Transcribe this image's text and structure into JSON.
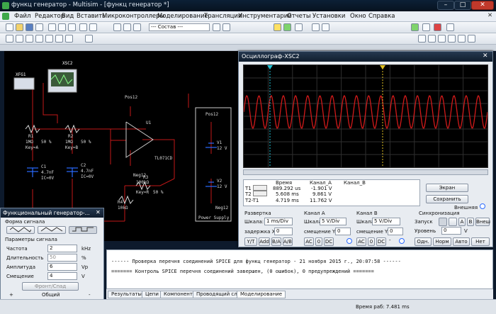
{
  "window": {
    "title": "функц генератор - Multisim - [функц генератор *]",
    "min": "–",
    "max": "□",
    "close": "✕"
  },
  "menu": [
    "Файл",
    "Редактор",
    "Вид",
    "Вставить",
    "Микроконтроллеры",
    "Моделирование",
    "Трансляция",
    "Инструментарий",
    "Отчеты",
    "Установки",
    "Окно",
    "Справка"
  ],
  "toolbar": {
    "composition": "--- Состав ---"
  },
  "schematic": {
    "xfg": "XFG1",
    "xsc": "XSC2",
    "pos1": "Pos12",
    "pos2": "Pos12",
    "neg1": "Neg12",
    "neg2": "Neg12",
    "r1": "R1",
    "r1v": "1MΩ",
    "r1k": "Key=A",
    "r1p": "50 %",
    "r2": "R2",
    "r2v": "1MΩ",
    "r2k": "Key=B",
    "r2p": "50 %",
    "c1": "C1",
    "c1v": "4.7nF",
    "c1i": "IC=0V",
    "c2": "C2",
    "c2v": "4.7nF",
    "c2i": "IC=0V",
    "u1": "U1",
    "u1t": "TL071CD",
    "r3": "R3",
    "r3v": "100kΩ",
    "r3k": "Key=R",
    "r3p": "50 %",
    "r4": "R4",
    "r4v": "10kΩ",
    "v1": "V1",
    "v1v": "12 V",
    "v2": "V2",
    "v2v": "12 V",
    "ps": "Power Supply"
  },
  "osc": {
    "title": "Осциллограф-XSC2",
    "readout": {
      "h_time": "Время",
      "h_a": "Канал_A",
      "h_b": "Канал_B",
      "t1": "T1",
      "t2": "T2",
      "t21": "T2-T1",
      "t1_time": "889.292 us",
      "t1_a": "-1.901 V",
      "t2_time": "5.608 ms",
      "t2_a": "9.861 V",
      "t21_time": "4.719 ms",
      "t21_a": "11.762 V"
    },
    "btn_screen": "Экран",
    "btn_save": "Сохранить",
    "ext": "Внешняя",
    "timebase": {
      "title": "Развертка",
      "scale_lbl": "Шкала:",
      "scale": "1 ms/Div",
      "pos_lbl": "задержка X",
      "pos": "0",
      "yt": "Y/T",
      "add": "Add",
      "ba": "B/A",
      "ab": "A/B"
    },
    "cha": {
      "title": "Канал A",
      "scale_lbl": "Шкала",
      "scale": "5 V/Div",
      "pos_lbl": "смещение Y",
      "pos": "0",
      "ac": "AC",
      "zero": "0",
      "dc": "DC"
    },
    "chb": {
      "title": "Канал B",
      "scale_lbl": "Шкала",
      "scale": "5 V/Div",
      "pos_lbl": "смещение Y",
      "pos": "0",
      "ac": "AC",
      "zero": "0",
      "dc": "DC",
      "minus": "-"
    },
    "trig": {
      "title": "Синхронизация",
      "edge_lbl": "Запуск",
      "a": "A",
      "b": "B",
      "ext": "Внеш",
      "level_lbl": "Уровень",
      "level": "0",
      "unit": "V",
      "single": "Одн.",
      "normal": "Норм",
      "auto": "Авто",
      "none": "Нет"
    }
  },
  "fg": {
    "title": "Функциональный генератор-...",
    "wave_lbl": "Форма сигнала",
    "params_lbl": "Параметры сигнала",
    "rows": [
      {
        "label": "Частота",
        "value": "2",
        "unit": "kHz"
      },
      {
        "label": "Длительность",
        "value": "50",
        "unit": "%"
      },
      {
        "label": "Амплитуда",
        "value": "6",
        "unit": "Vp"
      },
      {
        "label": "Смещение",
        "value": "4",
        "unit": "V"
      }
    ],
    "rise": "Фронт/Спад",
    "plus": "+",
    "common": "Общий",
    "minus": "-"
  },
  "log": {
    "line1": "------ Проверка перечня соединений SPICE для функц генератор - 21 ноября 2015 г., 20:07:58 ------",
    "line2": "======= Контроль SPICE перечня соединений завершен, (0 ошибок), 0 предупреждений ======="
  },
  "tabs": [
    "Результаты",
    "Цепи",
    "Компоненты",
    "Проводящий слой",
    "Моделирование"
  ],
  "status": {
    "time": "Время раб: 7.481 ms"
  }
}
